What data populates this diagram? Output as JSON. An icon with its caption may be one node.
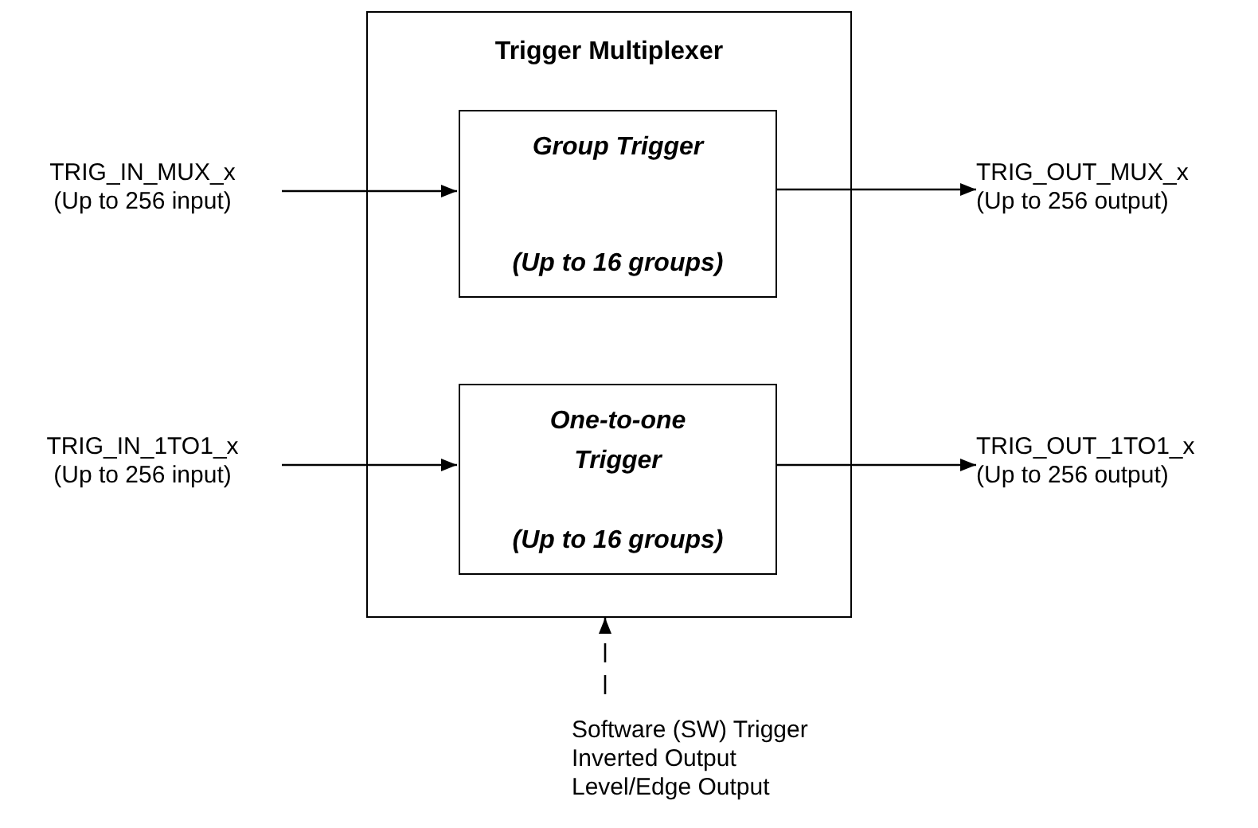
{
  "diagram": {
    "nodes": [
      {
        "text": [
          "Trigger Multiplexer"
        ]
      },
      {
        "text": [
          "Group Trigger",
          "(Up to 16 groups)"
        ],
        "in": 0
      },
      {
        "text": [
          "One-to-one Trigger",
          "(Up to 16 groups)"
        ],
        "in": 0
      },
      {
        "text": [
          "TRIG_IN_MUX_x",
          "(Up to 256 input)"
        ]
      },
      {
        "text": [
          "TRIG_OUT_MUX_x",
          "(Up to 256 output)"
        ]
      },
      {
        "text": [
          "TRIG_IN_1TO1_x",
          "(Up to 256 input)"
        ]
      },
      {
        "text": [
          "TRIG_OUT_1TO1_x",
          "(Up to 256 output)"
        ]
      },
      {
        "text": [
          "Software (SW) Trigger",
          "Inverted Output",
          "Level/Edge Output"
        ]
      }
    ],
    "edges": [
      {
        "from": 3,
        "to": 1,
        "arrow": "to"
      },
      {
        "from": 1,
        "to": 4,
        "arrow": "to"
      },
      {
        "from": 5,
        "to": 2,
        "arrow": "to"
      },
      {
        "from": 2,
        "to": 6,
        "arrow": "to"
      },
      {
        "from": 7,
        "to": 0,
        "arrow": "to",
        "style": "dashed"
      }
    ]
  }
}
